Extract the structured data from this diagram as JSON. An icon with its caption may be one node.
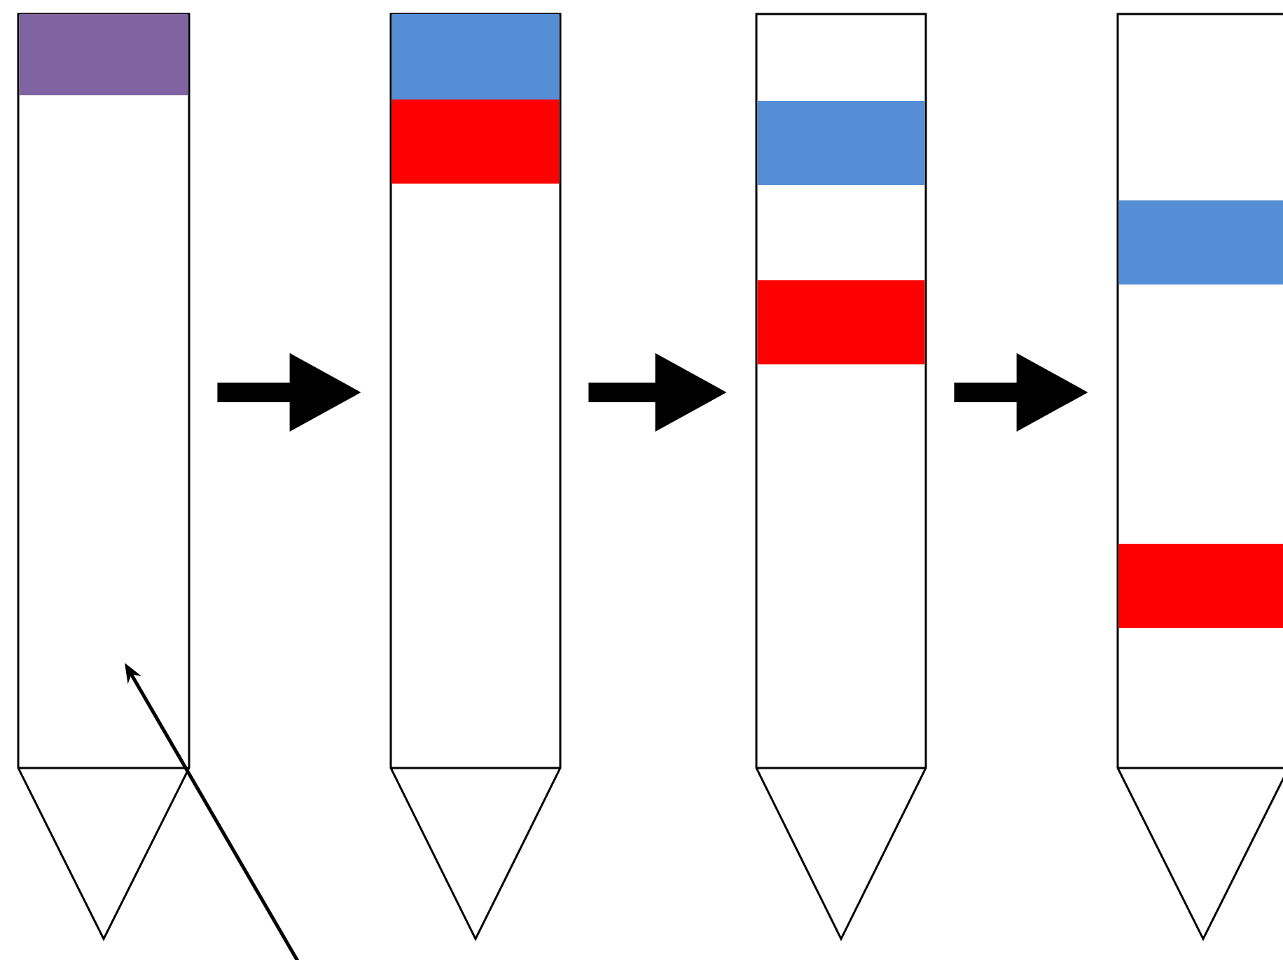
{
  "diagram": {
    "nodes": [
      {
        "text": [],
        "shape": "tube"
      },
      {
        "text": [],
        "shape": "bar",
        "in": 0
      },
      {
        "text": [],
        "shape": "tube"
      },
      {
        "text": [],
        "shape": "bar",
        "in": 2
      },
      {
        "text": [],
        "shape": "bar",
        "in": 2
      },
      {
        "text": [],
        "shape": "tube"
      },
      {
        "text": [],
        "shape": "bar",
        "in": 5
      },
      {
        "text": [],
        "shape": "bar",
        "in": 5
      },
      {
        "text": [],
        "shape": "tube"
      },
      {
        "text": [],
        "shape": "bar",
        "in": 8
      },
      {
        "text": [],
        "shape": "bar",
        "in": 8
      }
    ],
    "edges": [
      {
        "from": 0,
        "to": 2,
        "arrow": "to"
      },
      {
        "from": 2,
        "to": 5,
        "arrow": "to"
      },
      {
        "from": 5,
        "to": 8,
        "arrow": "to"
      },
      {
        "from": null,
        "to": 0,
        "arrow": "to"
      }
    ]
  }
}
